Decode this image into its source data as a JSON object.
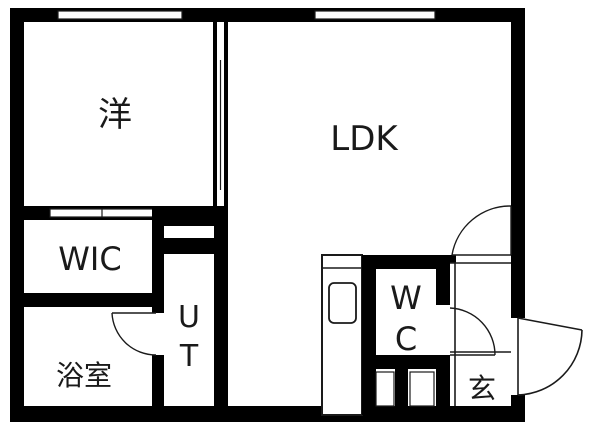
{
  "rooms": {
    "western": "洋",
    "ldk": "LDK",
    "wic": "WIC",
    "bath": "浴室",
    "ut_top": "U",
    "ut_bottom": "T",
    "wc_top": "W",
    "wc_bottom": "C",
    "entrance": "玄"
  },
  "colors": {
    "wall": "#000000",
    "line": "#1a1a1a",
    "window": "#ffffff",
    "background": "#ffffff"
  }
}
